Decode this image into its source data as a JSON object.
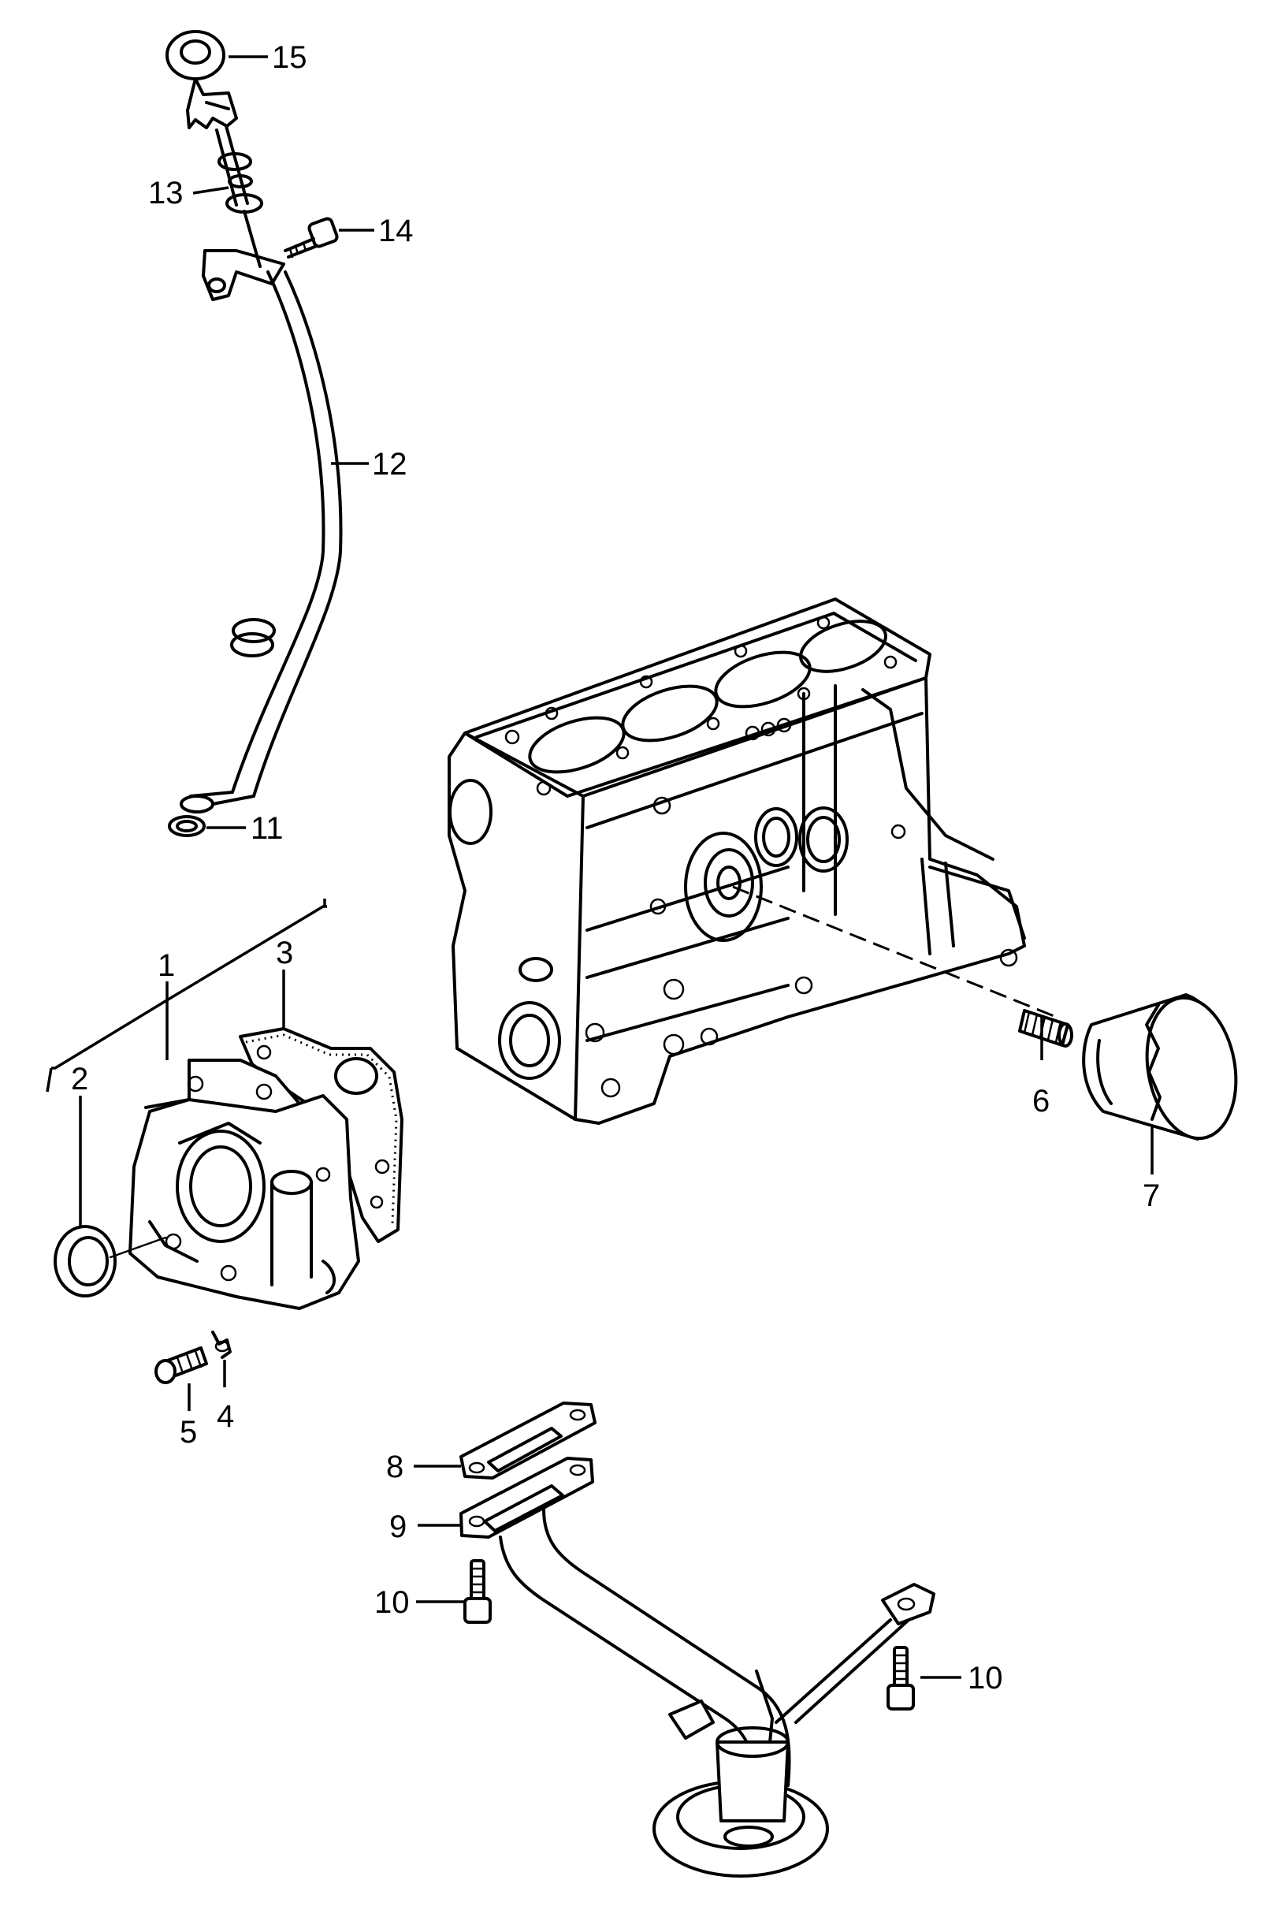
{
  "callouts": {
    "c1": "1",
    "c2": "2",
    "c3": "3",
    "c4": "4",
    "c5": "5",
    "c6": "6",
    "c7": "7",
    "c8": "8",
    "c9": "9",
    "c10a": "10",
    "c10b": "10",
    "c11": "11",
    "c12": "12",
    "c13": "13",
    "c14": "14",
    "c15": "15"
  }
}
